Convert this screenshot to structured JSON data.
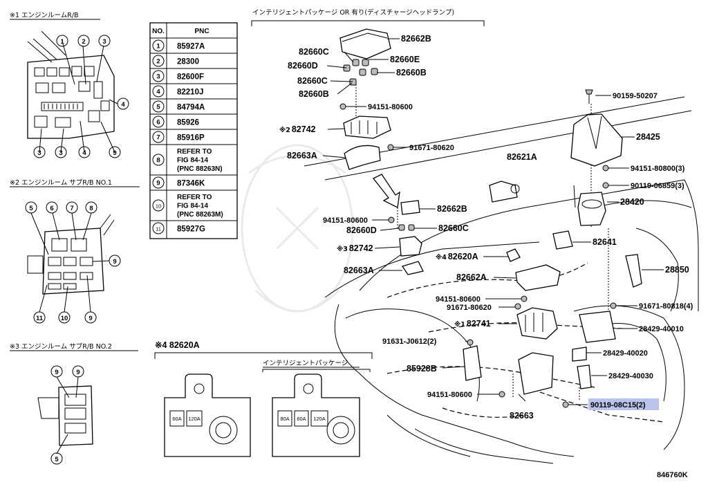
{
  "sections": {
    "s1": "※1 エンジンルームR/B",
    "s2": "※2 エンジンルーム サブR/B NO.1",
    "s3": "※3 エンジンルーム サブR/B NO.2",
    "s4": "※4 82620A",
    "s4_sub": "インテリジェントパッケージ",
    "top": "インテリジェントパッケージ OR 有り(ディスチャージヘッドランプ)"
  },
  "table": {
    "header_no": "NO.",
    "header_pnc": "PNC",
    "rows": [
      {
        "no": "1",
        "pnc": [
          "85927A"
        ]
      },
      {
        "no": "2",
        "pnc": [
          "28300"
        ]
      },
      {
        "no": "3",
        "pnc": [
          "82600F"
        ]
      },
      {
        "no": "4",
        "pnc": [
          "82210J"
        ]
      },
      {
        "no": "5",
        "pnc": [
          "84794A"
        ]
      },
      {
        "no": "6",
        "pnc": [
          "85926"
        ]
      },
      {
        "no": "7",
        "pnc": [
          "85916P"
        ]
      },
      {
        "no": "8",
        "pnc": [
          "REFER TO",
          "FIG 84-14",
          "(PNC 88263N)"
        ]
      },
      {
        "no": "9",
        "pnc": [
          "87346K"
        ]
      },
      {
        "no": "10",
        "pnc": [
          "REFER TO",
          "FIG 84-14",
          "(PNC 88263M)"
        ]
      },
      {
        "no": "11",
        "pnc": [
          "85927G"
        ]
      }
    ]
  },
  "fuses": {
    "left": [
      "60A",
      "120A"
    ],
    "right": [
      "80A",
      "60A",
      "120A"
    ]
  },
  "callouts": {
    "s1_top": [
      "1",
      "2",
      "3"
    ],
    "s1_right": "4",
    "s1_bottom": [
      "3",
      "3",
      "4",
      "9"
    ],
    "s2_top": [
      "5",
      "6",
      "7",
      "8"
    ],
    "s2_right": "9",
    "s2_bottom": [
      "11",
      "10",
      "9"
    ],
    "s3_top": [
      "9",
      "9"
    ],
    "s3_bottom": "5"
  },
  "labels": {
    "p82662B_a": "82662B",
    "p82660C_a": "82660C",
    "p82660E": "82660E",
    "p82660D_a": "82660D",
    "p82660B_a": "82660B",
    "p82660C_b": "82660C",
    "p82660B_b": "82660B",
    "p94151_80600_a": "94151-80600",
    "p82742_a": "82742",
    "p82742_a_mark": "※2",
    "p91671_80620_a": "91671-80620",
    "p82663A_a": "82663A",
    "p82621A": "82621A",
    "p94151_80600_b": "94151-80600",
    "p82662B_b": "82662B",
    "p82660D_b": "82660D",
    "p82660C_c": "82660C",
    "p82742_b": "82742",
    "p82742_b_mark": "※3",
    "p82620A": "82620A",
    "p82620A_mark": "※4",
    "p82663A_b": "82663A",
    "p82662A": "82662A",
    "p94151_80600_c": "94151-80600",
    "p91671_80620_b": "91671-80620",
    "p82741": "82741",
    "p82741_mark": "※1",
    "p91631_J0612": "91631-J0612(2)",
    "p85928B": "85928B",
    "p94151_80600_d": "94151-80600",
    "p82663": "82663",
    "p90159_50207": "90159-50207",
    "p28425": "28425",
    "p94151_80800": "94151-80800(3)",
    "p90119_06859": "90119-06859(3)",
    "p28420": "28420",
    "p82641": "82641",
    "p28850": "28850",
    "p91671_80818": "91671-80818(4)",
    "p28429_40010": "28429-40010",
    "p28429_40020": "28429-40020",
    "p28429_40030": "28429-40030",
    "p90119_08C15": "90119-08C15(2)"
  },
  "figure_code": "846760K",
  "colors": {
    "highlight": "#b9c4ec",
    "line": "#000000"
  }
}
